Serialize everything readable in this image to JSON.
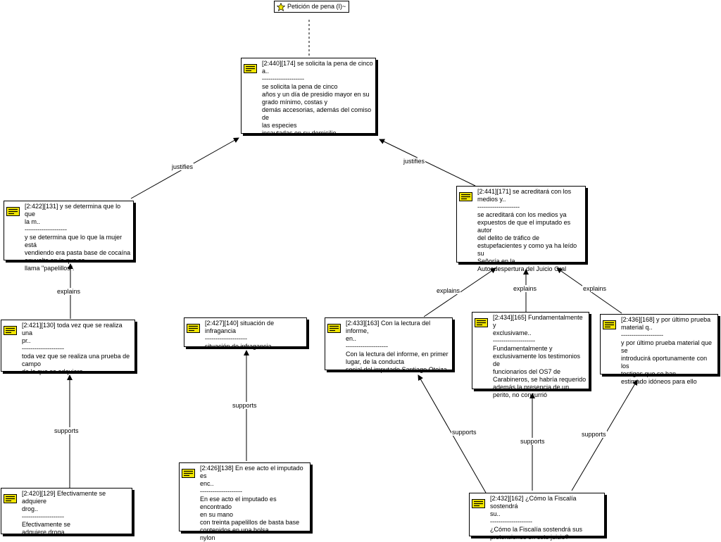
{
  "code_node": {
    "label": "Petición de pena (I)~",
    "icon": "star-icon"
  },
  "separator": "--------------------",
  "quotes": [
    {
      "id": "q440",
      "title": "[2:440][174] se solicita la pena de cinco\na..",
      "body": "se solicita la pena de cinco\naños y un día de presidio mayor en su\ngrado mínimo, costas y\ndemás accesorias, además del comiso de\nlas especies\nincautadas en su domicilio."
    },
    {
      "id": "q422",
      "title": "[2:422][131] y se determina que lo que\nla m..",
      "body": "y se determina que lo que la mujer está\nvendiendo era pasta base de cocaína\nenvuelta en lo que se\nllama \"papelillos\"."
    },
    {
      "id": "q441",
      "title": "[2:441][171] se acreditará con los\nmedios y..",
      "body": "se acreditará con los medios ya\nexpuestos de que el imputado es autor\ndel delito de tráfico de\nestupefacientes y como ya ha leído su\nSeñoría en la\nAutoadespertura del Juicio Oral"
    },
    {
      "id": "q421",
      "title": "[2:421][130] toda vez que se realiza una\npr..",
      "body": "toda vez que se realiza una prueba de\ncampo\nde lo que se adquiere"
    },
    {
      "id": "q427",
      "title": "[2:427][140] situación de infragancia",
      "body": "situación de infragancia"
    },
    {
      "id": "q433",
      "title": "[2:433][163] Con la lectura del informe,\nen..",
      "body": "Con la lectura del informe, en primer\nlugar, de la conducta\nsocial del imputado Santiago Oteiza."
    },
    {
      "id": "q434",
      "title": "[2:434][165] Fundamentalmente y\nexclusivame..",
      "body": "Fundamentalmente y\nexclusivamente los testimonios de\nfuncionarios del OS7 de\nCarabineros, se habría requerido\nademás la presencia de un\nperito, no concurrió"
    },
    {
      "id": "q436",
      "title": "[2:436][168] y por último prueba\nmaterial q..",
      "body": "y por último prueba material que se\nintroducirá oportunamente con los\ntestigos que se han\nestimado idóneos para ello"
    },
    {
      "id": "q420",
      "title": "[2:420][129] Efectivamente se adquiere\ndrog..",
      "body": "Efectivamente se\nadquiere droga"
    },
    {
      "id": "q426",
      "title": "[2:426][138] En ese acto el imputado es\nenc..",
      "body": "En ese acto el imputado es encontrado\nen su mano\ncon treinta papelillos de basta base\ncontenidos en una bolsa\nnylon"
    },
    {
      "id": "q432",
      "title": "[2:432][162] ¿Cómo la Fiscalía sostendrá\nsu..",
      "body": "¿Cómo la Fiscalía sostendrá sus\npretensiones en este juicio?"
    }
  ],
  "relations": [
    {
      "id": "r1",
      "label": "justifies"
    },
    {
      "id": "r2",
      "label": "justifies"
    },
    {
      "id": "r3",
      "label": "explains"
    },
    {
      "id": "r4",
      "label": "supports"
    },
    {
      "id": "r5",
      "label": "supports"
    },
    {
      "id": "r6",
      "label": "explains"
    },
    {
      "id": "r7",
      "label": "explains"
    },
    {
      "id": "r8",
      "label": "explains"
    },
    {
      "id": "r9",
      "label": "supports"
    },
    {
      "id": "r10",
      "label": "supports"
    },
    {
      "id": "r11",
      "label": "supports"
    }
  ],
  "colors": {
    "quote_icon": "#f2e600",
    "code_icon": "#f2e600",
    "line": "#000000"
  }
}
